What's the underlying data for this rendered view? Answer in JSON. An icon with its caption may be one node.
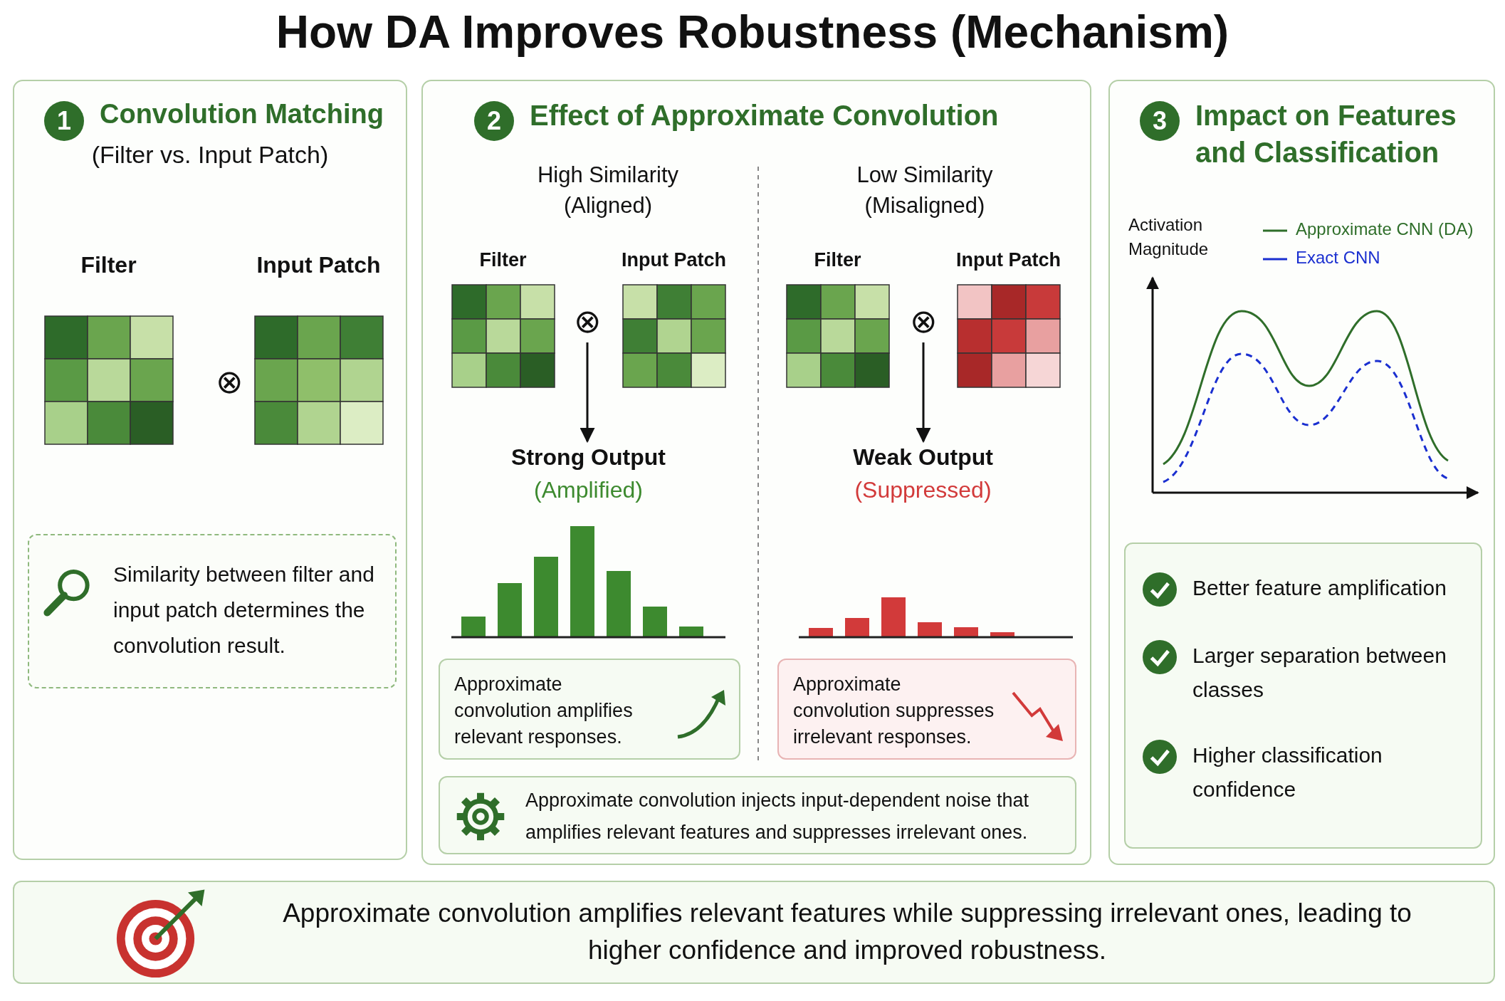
{
  "diagram": {
    "title": "How DA Improves Robustness (Mechanism)",
    "nodes": [
      {
        "text": [
          "1",
          "Convolution Matching",
          "(Filter vs. Input Patch)"
        ]
      },
      {
        "text": [
          "Filter"
        ],
        "in": 0
      },
      {
        "text": [
          "Input Patch"
        ],
        "in": 0
      },
      {
        "text": [
          "Similarity between filter and input patch determines the convolution result."
        ],
        "in": 0
      },
      {
        "text": [
          "2",
          "Effect of Approximate Convolution"
        ]
      },
      {
        "text": [
          "Filter"
        ],
        "in": 4
      },
      {
        "text": [
          "⊗"
        ],
        "in": 4
      },
      {
        "text": [
          "Input Patch"
        ],
        "in": 4
      },
      {
        "text": [
          "Strong Output",
          "(Amplified)"
        ],
        "in": 4
      },
      {
        "text": [
          "Approximate convolution amplifies relevant responses."
        ],
        "in": 4
      },
      {
        "text": [
          "Filter"
        ],
        "in": 4
      },
      {
        "text": [
          "⊗"
        ],
        "in": 4
      },
      {
        "text": [
          "Input Patch"
        ],
        "in": 4
      },
      {
        "text": [
          "Weak Output",
          "(Suppressed)"
        ],
        "in": 4
      },
      {
        "text": [
          "Approximate convolution suppresses irrelevant responses."
        ],
        "in": 4
      },
      {
        "text": [
          "Approximate convolution injects input-dependent noise that amplifies relevant features and suppresses irrelevant ones."
        ],
        "in": 4
      },
      {
        "text": [
          "3",
          "Impact on Features and Classification"
        ]
      },
      {
        "text": [
          "Better feature amplification",
          "Larger separation between classes",
          "Higher classification confidence"
        ],
        "in": 16
      },
      {
        "text": [
          "Approximate convolution amplifies relevant features while suppressing irrelevant ones, leading to higher confidence and improved robustness."
        ]
      }
    ],
    "edges": [
      {
        "from": 6,
        "to": 8,
        "arrow": "to"
      },
      {
        "from": 11,
        "to": 13,
        "arrow": "to"
      }
    ],
    "labels": [
      "⊗",
      "High Similarity (Aligned)",
      "Low Similarity (Misaligned)",
      "Activation Magnitude"
    ],
    "legend": [
      {
        "text": "Approximate CNN (DA)"
      },
      {
        "text": "Exact CNN"
      }
    ]
  }
}
